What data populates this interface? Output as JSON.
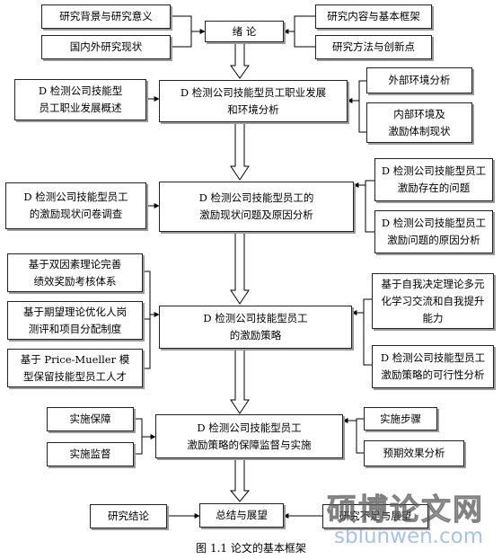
{
  "center": {
    "intro": "绪    论",
    "career": "D 检测公司技能型员工职业发展\n和环境分析",
    "status": "D 检测公司技能型员工的\n激励现状问题及原因分析",
    "strategy": "D 检测公司技能型员工\n的激励策略",
    "guarantee": "D 检测公司技能型员工\n激励策略的保障监督与实施",
    "summary": "总结与展望"
  },
  "left": {
    "background": "研究背景与研究意义",
    "domestic": "国内外研究现状",
    "career_overview": "D 检测公司技能型\n员工职业发展概述",
    "survey": "D 检测公司技能型员工\n的激励现状问卷调查",
    "two_factor": "基于双因素理论完善\n绩效奖励考核体系",
    "expectancy": "基于期望理论优化人岗\n测评和项目分配制度",
    "price_mueller": "基于 Price-Mueller 模\n型保留技能型员工人才",
    "implement_guarantee": "实施保障",
    "implement_supervise": "实施监督",
    "conclusion": "研究结论"
  },
  "right": {
    "content": "研究内容与基本框架",
    "method": "研究方法与创新点",
    "external": "外部环境分析",
    "internal": "内部环境及\n激励体制现状",
    "problems": "D 检测公司技能型员工\n激励存在的问题",
    "causes": "D 检测公司技能型员工\n激励问题的原因分析",
    "self_determination": "基于自我决定理论多元\n化学习交流和自我提升\n能力",
    "feasibility": "D 检测公司技能型员工\n激励策略的可行性分析",
    "steps": "实施步骤",
    "effect": "预期效果分析",
    "outlook": "研究不足与展望"
  },
  "caption": "图 1.1    论文的基本框架",
  "watermark": {
    "cn": "硕博论文网",
    "en": "sblunwen.com"
  }
}
